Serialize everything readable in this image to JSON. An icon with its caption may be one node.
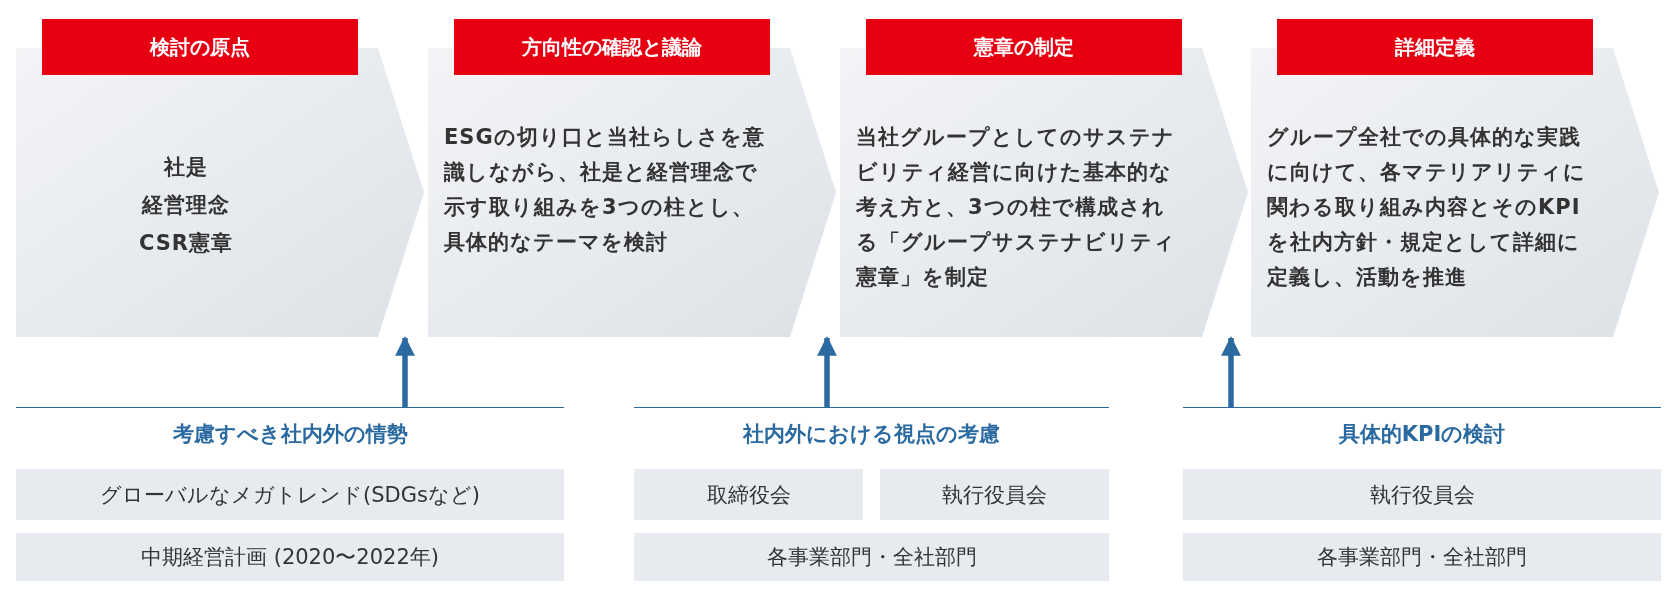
{
  "diagram": {
    "nodes": [
      {
        "text": [
          "検討の原点",
          "社是",
          "経営理念",
          "CSR憲章"
        ]
      },
      {
        "text": [
          "方向性の確認と議論",
          "ESGの切り口と当社らしさを意識しながら、社是と経営理念で示す取り組みを3つの柱とし、具体的なテーマを検討"
        ]
      },
      {
        "text": [
          "憲章の制定",
          "当社グループとしてのサステナビリティ経営に向けた基本的な考え方と、3つの柱で構成される「グループサステナビリティ憲章」を制定"
        ]
      },
      {
        "text": [
          "詳細定義",
          "グループ全社での具体的な実践に向けて、各マテリアリティに関わる取り組み内容とそのKPIを社内方針・規定として詳細に定義し、活動を推進"
        ]
      },
      {
        "text": [
          "考慮すべき社内外の情勢"
        ]
      },
      {
        "text": [
          "グローバルなメガトレンド(SDGsなど)"
        ],
        "in": 4
      },
      {
        "text": [
          "中期経営計画 (2020〜2022年)"
        ],
        "in": 4
      },
      {
        "text": [
          "社内外における視点の考慮"
        ]
      },
      {
        "text": [
          "取締役会"
        ],
        "in": 7
      },
      {
        "text": [
          "執行役員会"
        ],
        "in": 7
      },
      {
        "text": [
          "各事業部門・全社部門"
        ],
        "in": 7
      },
      {
        "text": [
          "具体的KPIの検討"
        ]
      },
      {
        "text": [
          "執行役員会"
        ],
        "in": 11
      },
      {
        "text": [
          "各事業部門・全社部門"
        ],
        "in": 11
      }
    ],
    "edges": [
      {
        "from": 4,
        "to": 1,
        "arrow": "to"
      },
      {
        "from": 7,
        "to": 2,
        "arrow": "to"
      },
      {
        "from": 11,
        "to": 3,
        "arrow": "to"
      }
    ]
  }
}
